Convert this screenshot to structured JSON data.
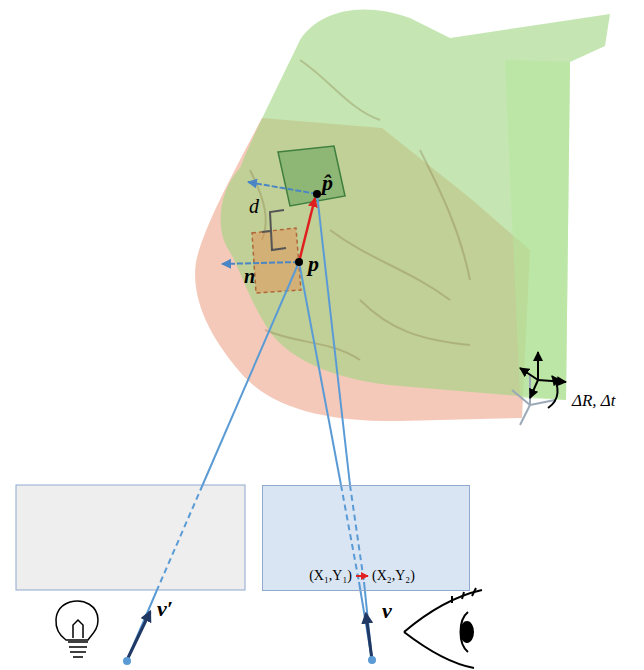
{
  "diagram": {
    "nodes": [
      {
        "text": [
          "(X₁,Y₁)",
          "(X₂,Y₂)"
        ]
      }
    ],
    "labels": [
      "p̂",
      "d",
      "n",
      "p",
      "ΔR, Δt",
      "v′",
      "v"
    ]
  }
}
